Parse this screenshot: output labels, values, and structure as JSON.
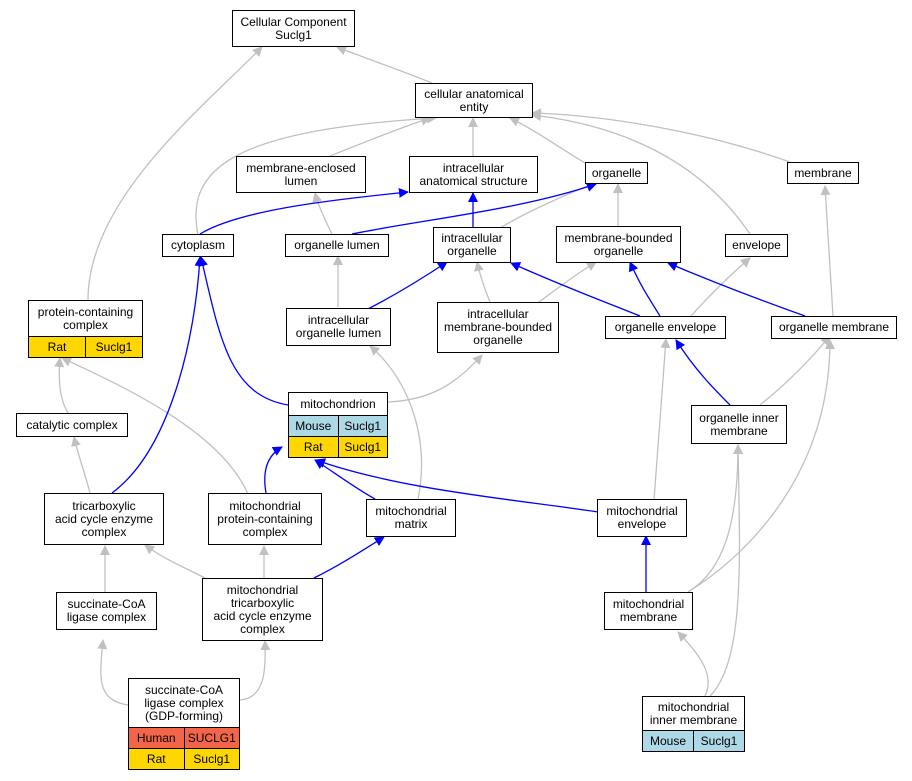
{
  "nodes": {
    "cellular_component": {
      "label": "Cellular Component\nSuclg1"
    },
    "cellular_anatomical_entity": {
      "label": "cellular anatomical\nentity"
    },
    "membrane_enclosed_lumen": {
      "label": "membrane-enclosed\nlumen"
    },
    "intracellular_anatomical_structure": {
      "label": "intracellular\nanatomical structure"
    },
    "organelle": {
      "label": "organelle"
    },
    "membrane": {
      "label": "membrane"
    },
    "cytoplasm": {
      "label": "cytoplasm"
    },
    "organelle_lumen": {
      "label": "organelle lumen"
    },
    "intracellular_organelle": {
      "label": "intracellular\norganelle"
    },
    "membrane_bounded_organelle": {
      "label": "membrane-bounded\norganelle"
    },
    "envelope": {
      "label": "envelope"
    },
    "protein_containing_complex": {
      "label": "protein-containing\ncomplex",
      "rows": [
        {
          "species": "Rat",
          "gene": "Suclg1",
          "color": "#ffd700"
        }
      ]
    },
    "intracellular_organelle_lumen": {
      "label": "intracellular\norganelle lumen"
    },
    "intracellular_membrane_bounded_organelle": {
      "label": "intracellular\nmembrane-bounded\norganelle"
    },
    "organelle_envelope": {
      "label": "organelle envelope"
    },
    "organelle_membrane": {
      "label": "organelle membrane"
    },
    "mitochondrion": {
      "label": "mitochondrion",
      "rows": [
        {
          "species": "Mouse",
          "gene": "Suclg1",
          "color": "#add8e6"
        },
        {
          "species": "Rat",
          "gene": "Suclg1",
          "color": "#ffd700"
        }
      ]
    },
    "catalytic_complex": {
      "label": "catalytic complex"
    },
    "organelle_inner_membrane": {
      "label": "organelle inner\nmembrane"
    },
    "tca_enzyme_complex": {
      "label": "tricarboxylic\nacid cycle enzyme\ncomplex"
    },
    "mito_protein_containing_complex": {
      "label": "mitochondrial\nprotein-containing\ncomplex"
    },
    "mito_matrix": {
      "label": "mitochondrial\nmatrix"
    },
    "mito_envelope": {
      "label": "mitochondrial\nenvelope"
    },
    "succinate_coa_ligase_complex": {
      "label": "succinate-CoA\nligase complex"
    },
    "mito_tca_enzyme_complex": {
      "label": "mitochondrial\ntricarboxylic\nacid cycle enzyme\ncomplex"
    },
    "mito_membrane": {
      "label": "mitochondrial\nmembrane"
    },
    "succinate_coa_ligase_gdp": {
      "label": "succinate-CoA\nligase complex\n(GDP-forming)",
      "rows": [
        {
          "species": "Human",
          "gene": "SUCLG1",
          "color": "#f26549"
        },
        {
          "species": "Rat",
          "gene": "Suclg1",
          "color": "#ffd700"
        }
      ]
    },
    "mito_inner_membrane": {
      "label": "mitochondrial\ninner membrane",
      "rows": [
        {
          "species": "Mouse",
          "gene": "Suclg1",
          "color": "#add8e6"
        }
      ]
    }
  },
  "edge_colors": {
    "is_a": "#c0c0c0",
    "part_of": "#0000ff"
  }
}
